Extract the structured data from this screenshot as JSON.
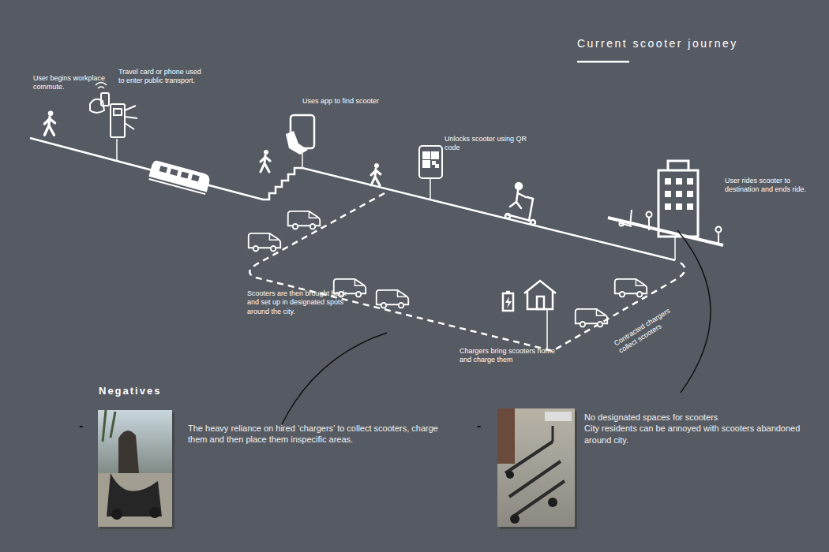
{
  "diagram": {
    "title": "Current scooter journey",
    "labels": [
      "User begins workplace commute.",
      "Travel card or phone used to enter public transport.",
      "Uses app to find scooter",
      "Unlocks scooter using QR code",
      "User rides scooter to destination and ends ride.",
      "Scooters are then brought back and set up in designated spots around the city.",
      "Chargers bring scooters home and charge them",
      "Contracted chargers collect scooters",
      "Negatives",
      "-",
      "The heavy reliance on hired ‘chargers’ to collect scooters, charge them and then place them inspecific areas.",
      "-",
      "No designated spaces for scooters",
      "City residents can be annoyed with scooters abandoned around city."
    ]
  }
}
